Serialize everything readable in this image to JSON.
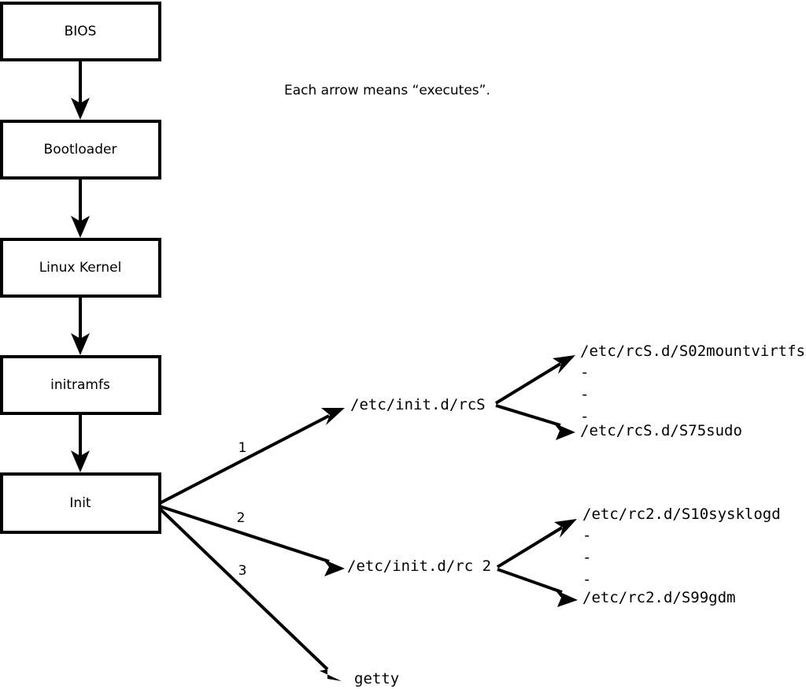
{
  "diagram": {
    "title_note": "Each arrow means “executes”.",
    "boxes": [
      {
        "id": "bios",
        "label": "BIOS"
      },
      {
        "id": "bootloader",
        "label": "Bootloader"
      },
      {
        "id": "linux-kernel",
        "label": "Linux Kernel"
      },
      {
        "id": "initramfs",
        "label": "initramfs"
      },
      {
        "id": "init",
        "label": "Init"
      }
    ],
    "branch_numbers": [
      {
        "id": "branch-1",
        "label": "1"
      },
      {
        "id": "branch-2",
        "label": "2"
      },
      {
        "id": "branch-3",
        "label": "3"
      }
    ],
    "branch_targets": [
      {
        "id": "rcs-script",
        "label": "/etc/init.d/rcS"
      },
      {
        "id": "rc2-script",
        "label": "/etc/init.d/rc 2"
      },
      {
        "id": "getty",
        "label": "getty"
      }
    ],
    "rcs_children": {
      "first": "/etc/rcS.d/S02mountvirtfs",
      "ellipsis": [
        "-",
        "-",
        "-"
      ],
      "last": "/etc/rcS.d/S75sudo"
    },
    "rc2_children": {
      "first": "/etc/rc2.d/S10sysklogd",
      "ellipsis": [
        "-",
        "-",
        "-"
      ],
      "last": "/etc/rc2.d/S99gdm"
    },
    "colors": {
      "stroke": "#000000",
      "fill": "#ffffff",
      "text": "#000000"
    }
  }
}
